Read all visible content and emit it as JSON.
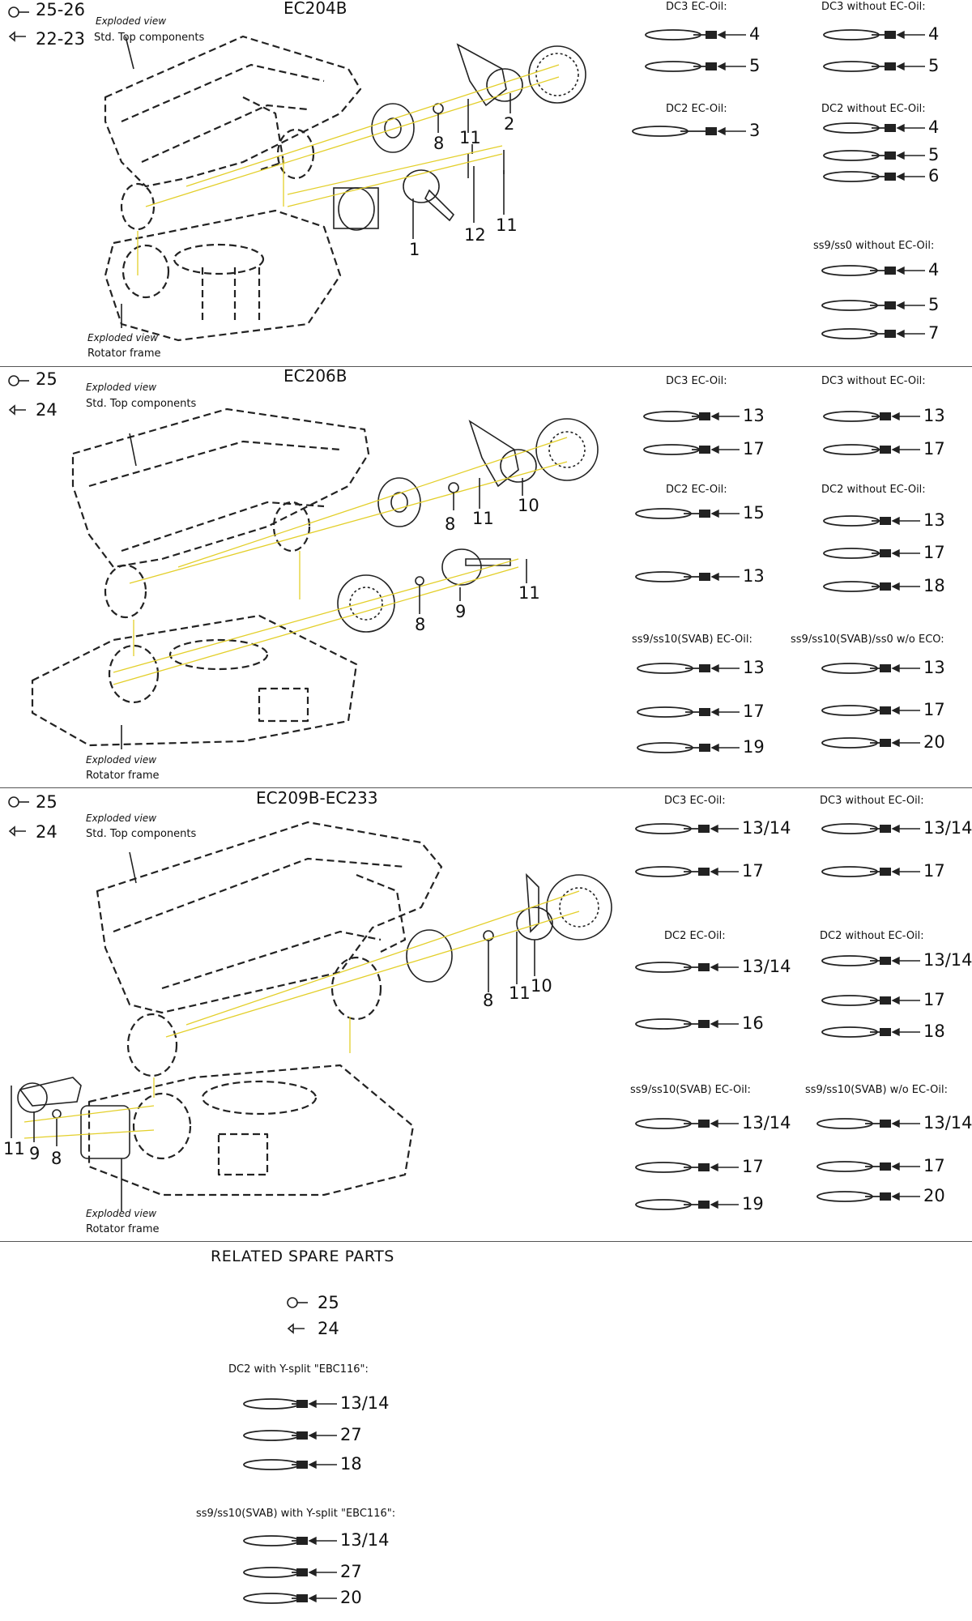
{
  "sections": [
    {
      "title": "EC204B",
      "legend": [
        "25-26",
        "22-23"
      ],
      "top_label_1": "Exploded view",
      "top_label_2": "Std. Top components",
      "frame_label_1": "Exploded view",
      "frame_label_2": "Rotator frame",
      "callouts": [
        "8",
        "11",
        "2",
        "1",
        "12",
        "11"
      ],
      "groups": [
        {
          "header": "DC3 EC-Oil:",
          "items": [
            "4",
            "5"
          ]
        },
        {
          "header": "DC3 without EC-Oil:",
          "items": [
            "4",
            "5"
          ]
        },
        {
          "header": "DC2 EC-Oil:",
          "items": [
            "3"
          ]
        },
        {
          "header": "DC2 without EC-Oil:",
          "items": [
            "4",
            "5",
            "6"
          ]
        },
        {
          "header": "ss9/ss0 without EC-Oil:",
          "items": [
            "4",
            "5",
            "7"
          ]
        }
      ]
    },
    {
      "title": "EC206B",
      "legend": [
        "25",
        "24"
      ],
      "top_label_1": "Exploded view",
      "top_label_2": "Std. Top components",
      "frame_label_1": "Exploded view",
      "frame_label_2": "Rotator frame",
      "callouts": [
        "8",
        "11",
        "10",
        "8",
        "9",
        "11"
      ],
      "groups": [
        {
          "header": "DC3 EC-Oil:",
          "items": [
            "13",
            "17"
          ]
        },
        {
          "header": "DC3 without EC-Oil:",
          "items": [
            "13",
            "17"
          ]
        },
        {
          "header": "DC2 EC-Oil:",
          "items": [
            "15",
            "13"
          ]
        },
        {
          "header": "DC2 without EC-Oil:",
          "items": [
            "13",
            "17",
            "18"
          ]
        },
        {
          "header": "ss9/ss10(SVAB) EC-Oil:",
          "items": [
            "13",
            "17",
            "19"
          ]
        },
        {
          "header": "ss9/ss10(SVAB)/ss0 w/o ECO:",
          "items": [
            "13",
            "17",
            "20"
          ]
        }
      ]
    },
    {
      "title": "EC209B-EC233",
      "legend": [
        "25",
        "24"
      ],
      "top_label_1": "Exploded view",
      "top_label_2": "Std. Top components",
      "frame_label_1": "Exploded view",
      "frame_label_2": "Rotator frame",
      "callouts": [
        "8",
        "11",
        "10",
        "11",
        "9",
        "8"
      ],
      "groups": [
        {
          "header": "DC3 EC-Oil:",
          "items": [
            "13/14",
            "17"
          ]
        },
        {
          "header": "DC3 without EC-Oil:",
          "items": [
            "13/14",
            "17"
          ]
        },
        {
          "header": "DC2 EC-Oil:",
          "items": [
            "13/14",
            "16"
          ]
        },
        {
          "header": "DC2 without EC-Oil:",
          "items": [
            "13/14",
            "17",
            "18"
          ]
        },
        {
          "header": "ss9/ss10(SVAB) EC-Oil:",
          "items": [
            "13/14",
            "17",
            "19"
          ]
        },
        {
          "header": "ss9/ss10(SVAB) w/o EC-Oil:",
          "items": [
            "13/14",
            "17",
            "20"
          ]
        }
      ]
    }
  ],
  "related": {
    "title": "RELATED SPARE PARTS",
    "legend": [
      "25",
      "24"
    ],
    "groups": [
      {
        "header": "DC2 with Y-split \"EBC116\":",
        "items": [
          "13/14",
          "27",
          "18"
        ]
      },
      {
        "header": "ss9/ss10(SVAB) with Y-split \"EBC116\":",
        "items": [
          "13/14",
          "27",
          "20"
        ]
      }
    ]
  }
}
